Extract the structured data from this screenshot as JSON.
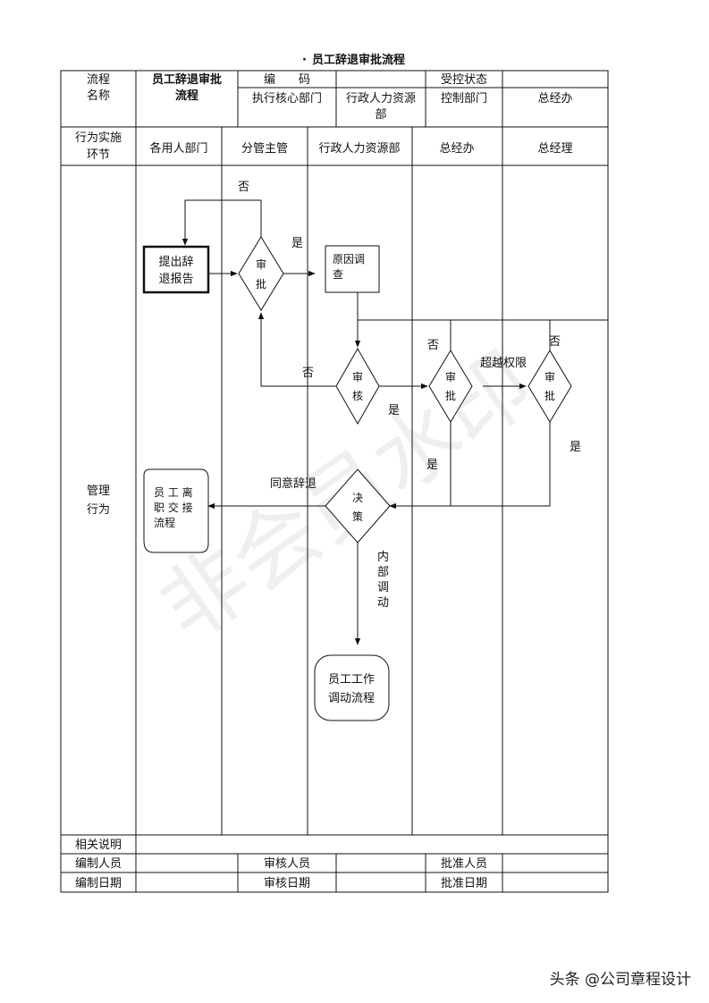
{
  "title": "员工辞退审批流程",
  "header": {
    "process_name_label": [
      "流程",
      "名称"
    ],
    "process_name_value": [
      "员工辞退审批",
      "流程"
    ],
    "code_label": "编　　码",
    "controlled_status_label": "受控状态",
    "exec_dept_label": "执行核心部门",
    "exec_dept_value": [
      "行政人力资源",
      "部"
    ],
    "control_dept_label": "控制部门",
    "control_dept_value": "总经办"
  },
  "lanes": {
    "row_label": [
      "行为实施",
      "环节"
    ],
    "columns": [
      "各用人部门",
      "分管主管",
      "行政人力资源部",
      "总经办",
      "总经理"
    ]
  },
  "left_label": [
    "管理",
    "行为"
  ],
  "nodes": {
    "submit_report": [
      "提出辞",
      "退报告"
    ],
    "supervisor_approve": [
      "审",
      "批"
    ],
    "reason_investigation": [
      "原因调",
      "查"
    ],
    "hr_review": [
      "审",
      "核"
    ],
    "office_approve": [
      "审",
      "批"
    ],
    "gm_approve": [
      "审",
      "批"
    ],
    "decision": [
      "决",
      "策"
    ],
    "handover": [
      "员 工 离",
      "职 交 接",
      "流程"
    ],
    "transfer": [
      "员工工作",
      "调动流程"
    ]
  },
  "edge_labels": {
    "no_top": "否",
    "yes_1": "是",
    "no_back": "否",
    "yes_2": "是",
    "no_office": "否",
    "exceed": "超越权限",
    "no_gm": "否",
    "yes_office": "是",
    "yes_gm": "是",
    "agree": "同意辞退",
    "internal": [
      "内",
      "部",
      "调",
      "动"
    ]
  },
  "footer": {
    "notes_label": "相关说明",
    "editor_label": "编制人员",
    "reviewer_label": "审核人员",
    "approver_label": "批准人员",
    "edit_date_label": "编制日期",
    "review_date_label": "审核日期",
    "approve_date_label": "批准日期"
  },
  "watermark": "非会员水印",
  "credit": "头条 @公司章程设计"
}
